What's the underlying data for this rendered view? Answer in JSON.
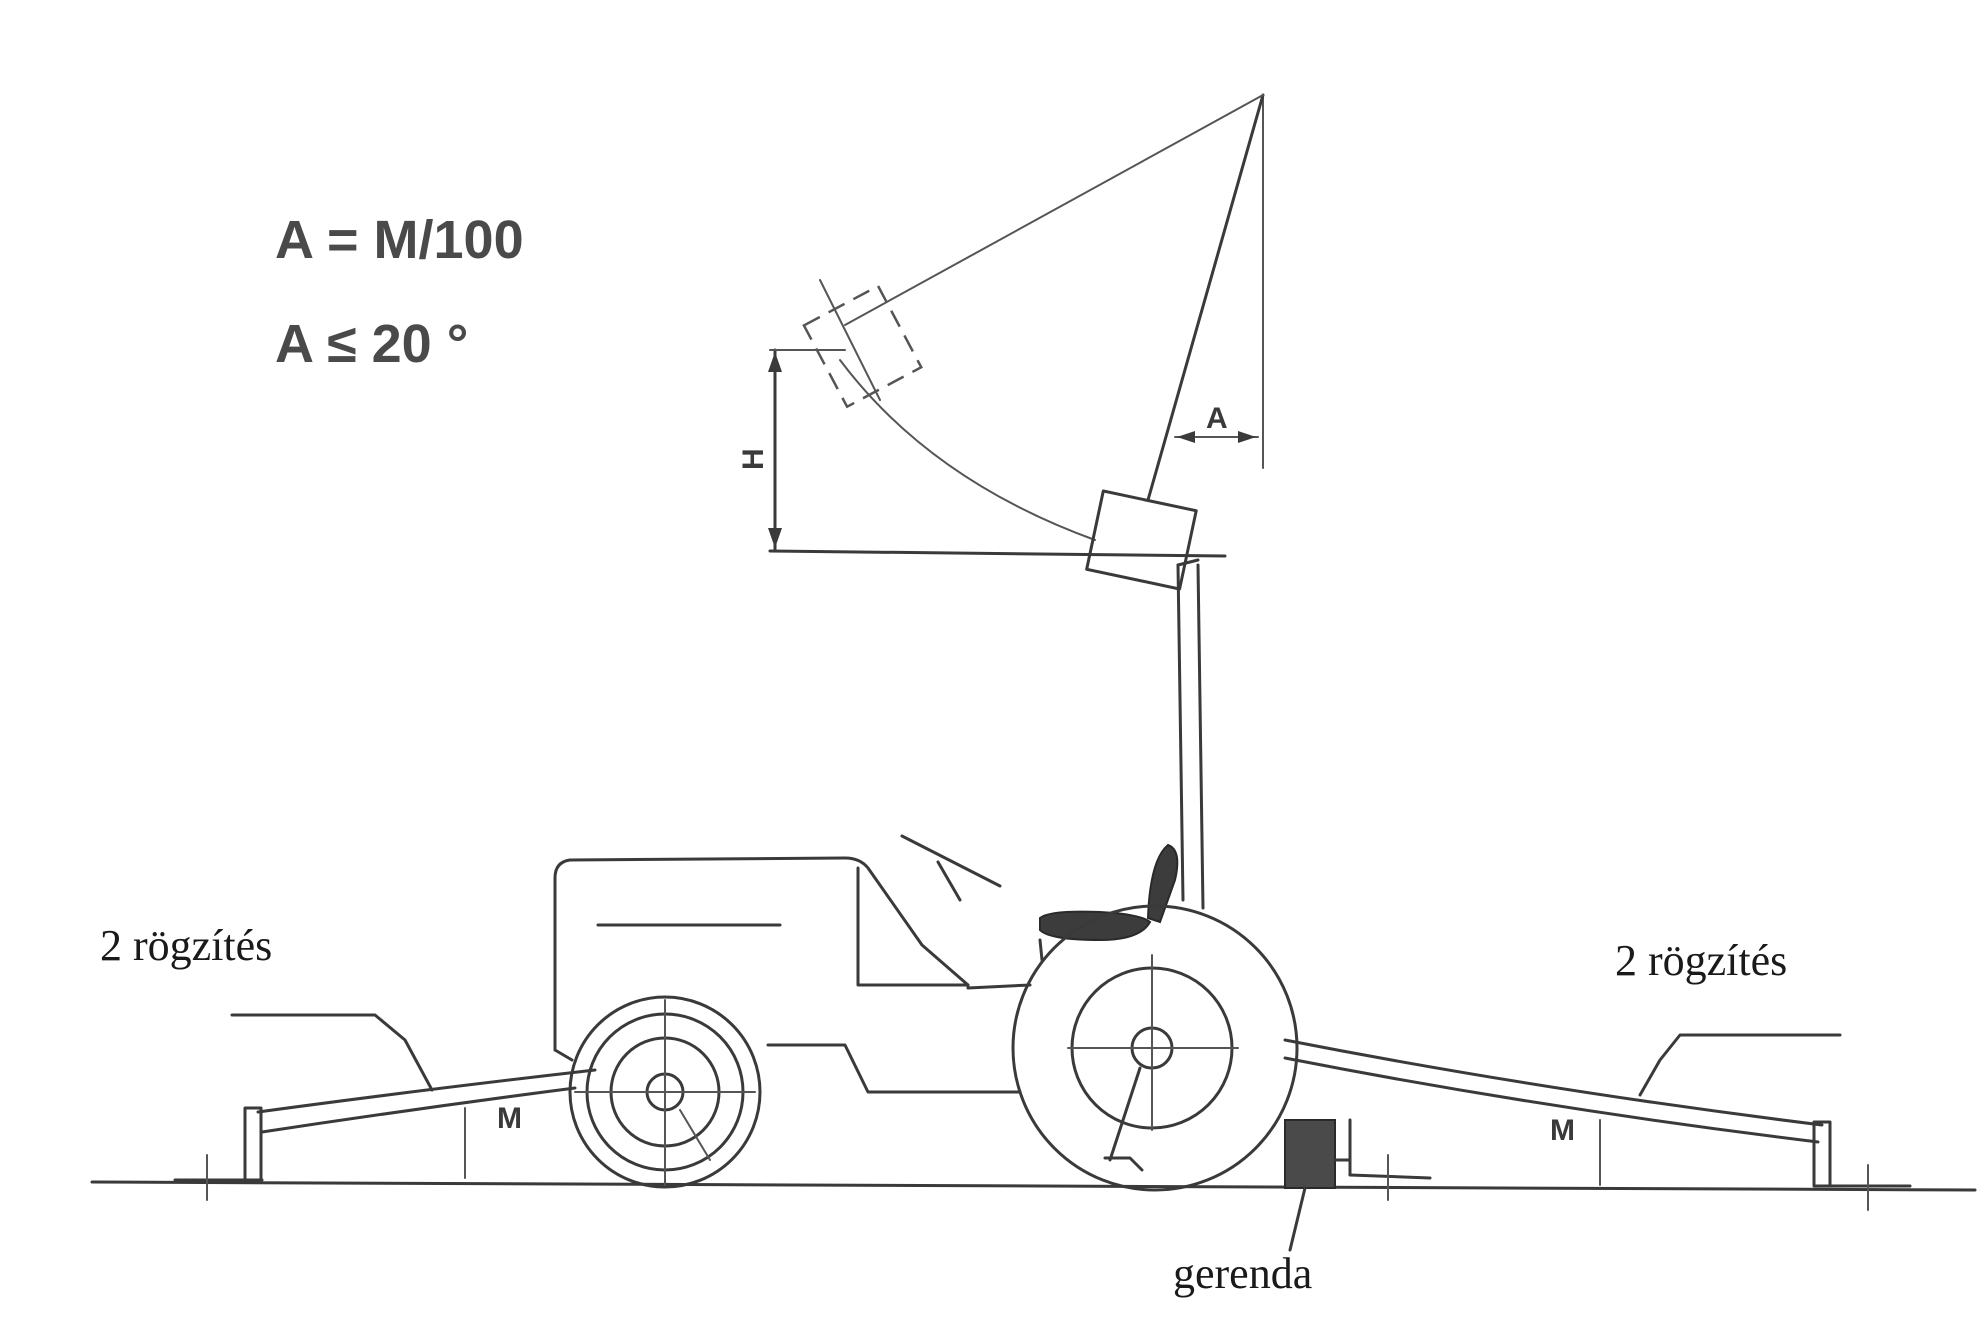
{
  "formulas": {
    "line1": "A = M/100",
    "line2": "A ≤ 20 °"
  },
  "labels": {
    "left_fixing": "2  rögzítés",
    "right_fixing": "2  rögzítés",
    "beam": "gerenda"
  },
  "dimensions": {
    "height": "H",
    "angle": "A"
  }
}
